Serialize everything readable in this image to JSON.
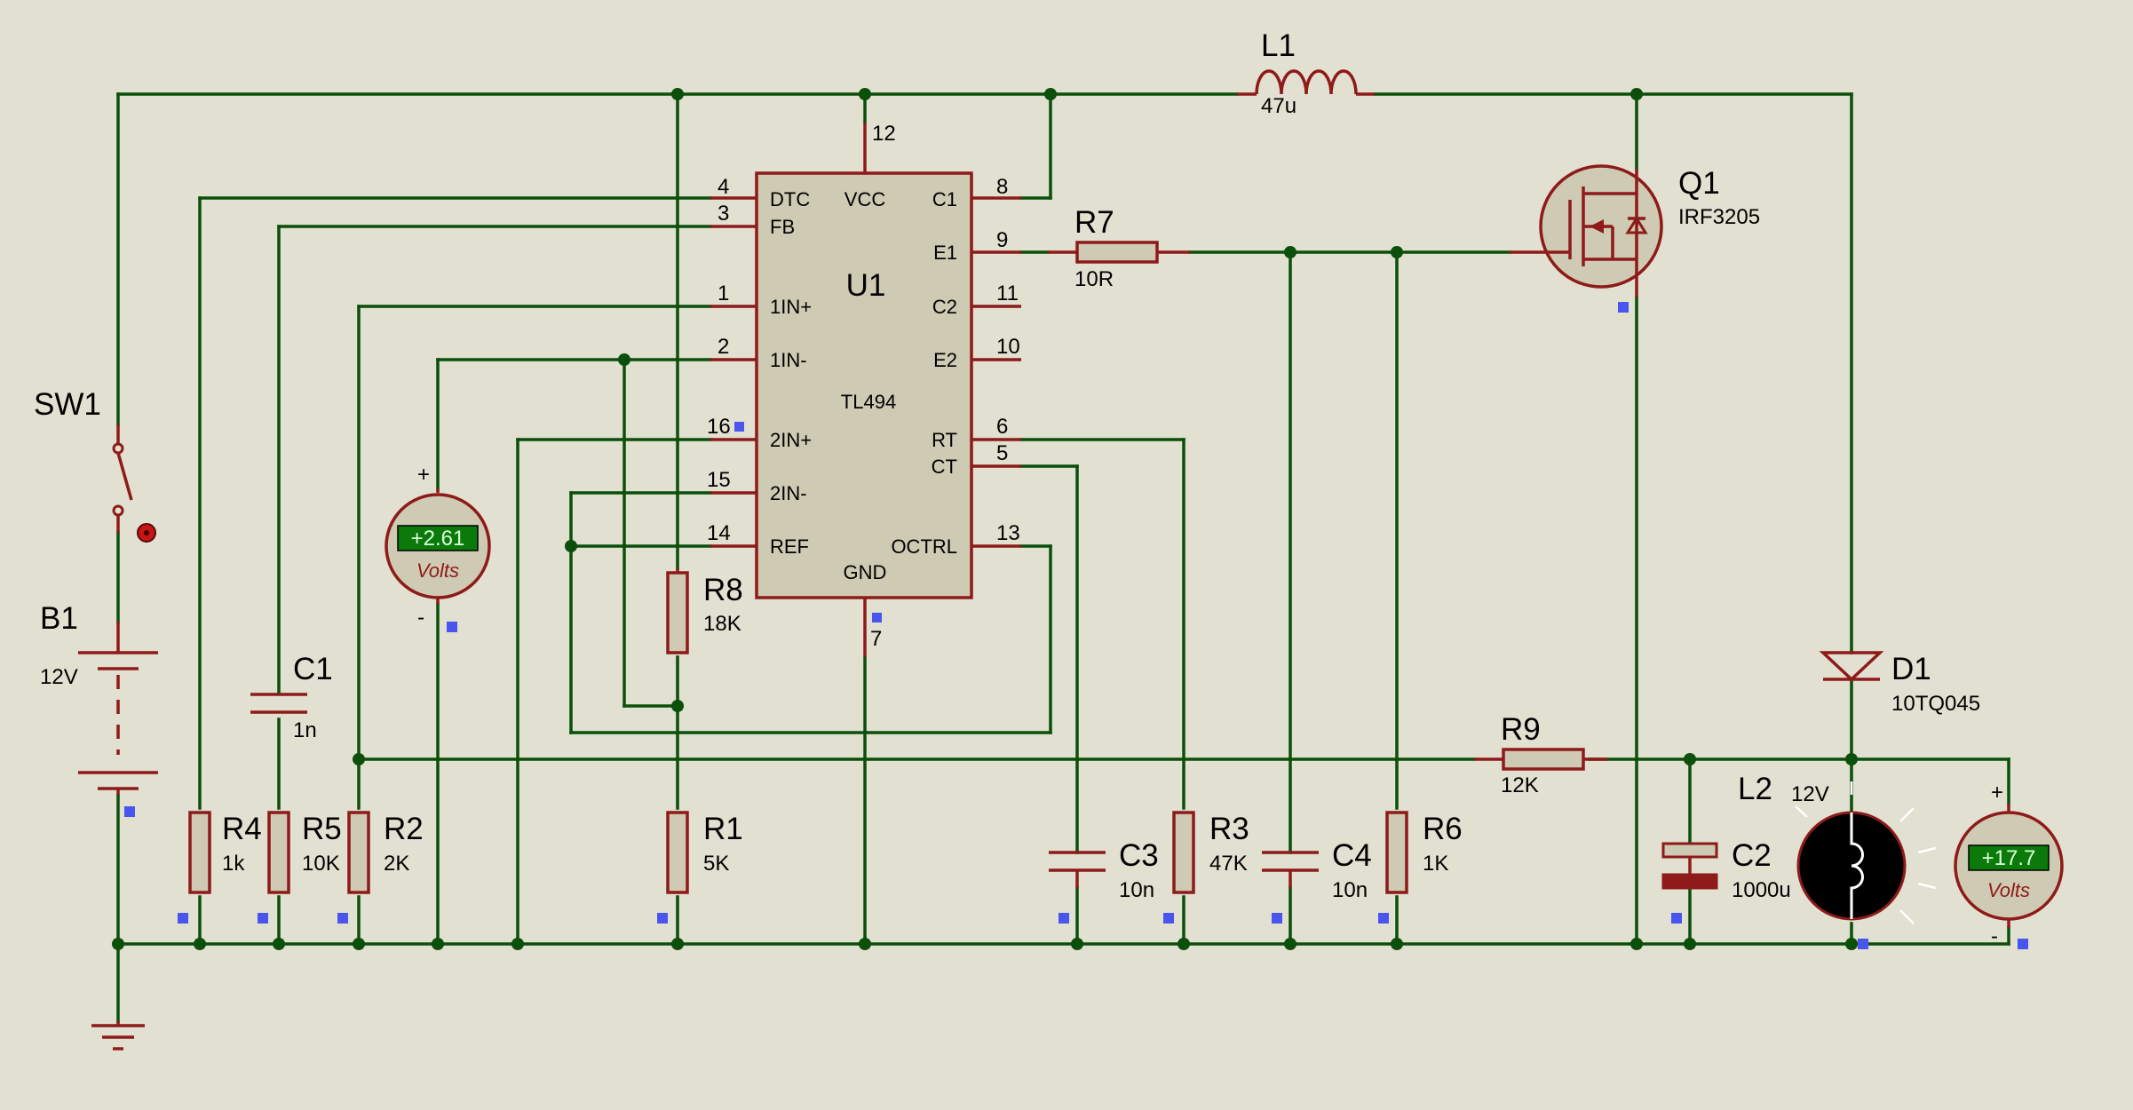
{
  "components": {
    "u1": {
      "ref": "U1",
      "part": "TL494",
      "left_pins": [
        {
          "num": "4",
          "name": "DTC"
        },
        {
          "num": "3",
          "name": "FB"
        },
        {
          "num": "1",
          "name": "1IN+"
        },
        {
          "num": "2",
          "name": "1IN-"
        },
        {
          "num": "16",
          "name": "2IN+"
        },
        {
          "num": "15",
          "name": "2IN-"
        },
        {
          "num": "14",
          "name": "REF"
        }
      ],
      "right_pins": [
        {
          "num": "8",
          "name": "C1"
        },
        {
          "num": "9",
          "name": "E1"
        },
        {
          "num": "11",
          "name": "C2"
        },
        {
          "num": "10",
          "name": "E2"
        },
        {
          "num": "6",
          "name": "RT"
        },
        {
          "num": "5",
          "name": "CT"
        },
        {
          "num": "13",
          "name": "OCTRL"
        }
      ],
      "top_pin": {
        "num": "12",
        "name": "VCC"
      },
      "bottom_pin": {
        "num": "7",
        "name": "GND"
      }
    },
    "l1": {
      "ref": "L1",
      "value": "47u"
    },
    "q1": {
      "ref": "Q1",
      "value": "IRF3205"
    },
    "r7": {
      "ref": "R7",
      "value": "10R"
    },
    "r8": {
      "ref": "R8",
      "value": "18K"
    },
    "r9": {
      "ref": "R9",
      "value": "12K"
    },
    "sw1": {
      "ref": "SW1"
    },
    "b1": {
      "ref": "B1",
      "value": "12V"
    },
    "c1": {
      "ref": "C1",
      "value": "1n"
    },
    "r4": {
      "ref": "R4",
      "value": "1k"
    },
    "r5": {
      "ref": "R5",
      "value": "10K"
    },
    "r2": {
      "ref": "R2",
      "value": "2K"
    },
    "r1": {
      "ref": "R1",
      "value": "5K"
    },
    "c3": {
      "ref": "C3",
      "value": "10n"
    },
    "r3": {
      "ref": "R3",
      "value": "47K"
    },
    "c4": {
      "ref": "C4",
      "value": "10n"
    },
    "r6": {
      "ref": "R6",
      "value": "1K"
    },
    "d1": {
      "ref": "D1",
      "value": "10TQ045"
    },
    "c2": {
      "ref": "C2",
      "value": "1000u"
    },
    "l2": {
      "ref": "L2",
      "value": "12V"
    },
    "vm1": {
      "reading": "+2.61",
      "unit": "Volts",
      "plus": "+",
      "minus": "-"
    },
    "vm2": {
      "reading": "+17.7",
      "unit": "Volts",
      "plus": "+",
      "minus": "-"
    }
  },
  "colors": {
    "background": "#e1e0d1",
    "wire": "#0b4f0b",
    "component": "#8e1a1a",
    "body_fill": "#cfcab3",
    "marker": "#4a55ee",
    "display_bg": "#0b7a0b",
    "display_text": "#d8ffd8"
  }
}
